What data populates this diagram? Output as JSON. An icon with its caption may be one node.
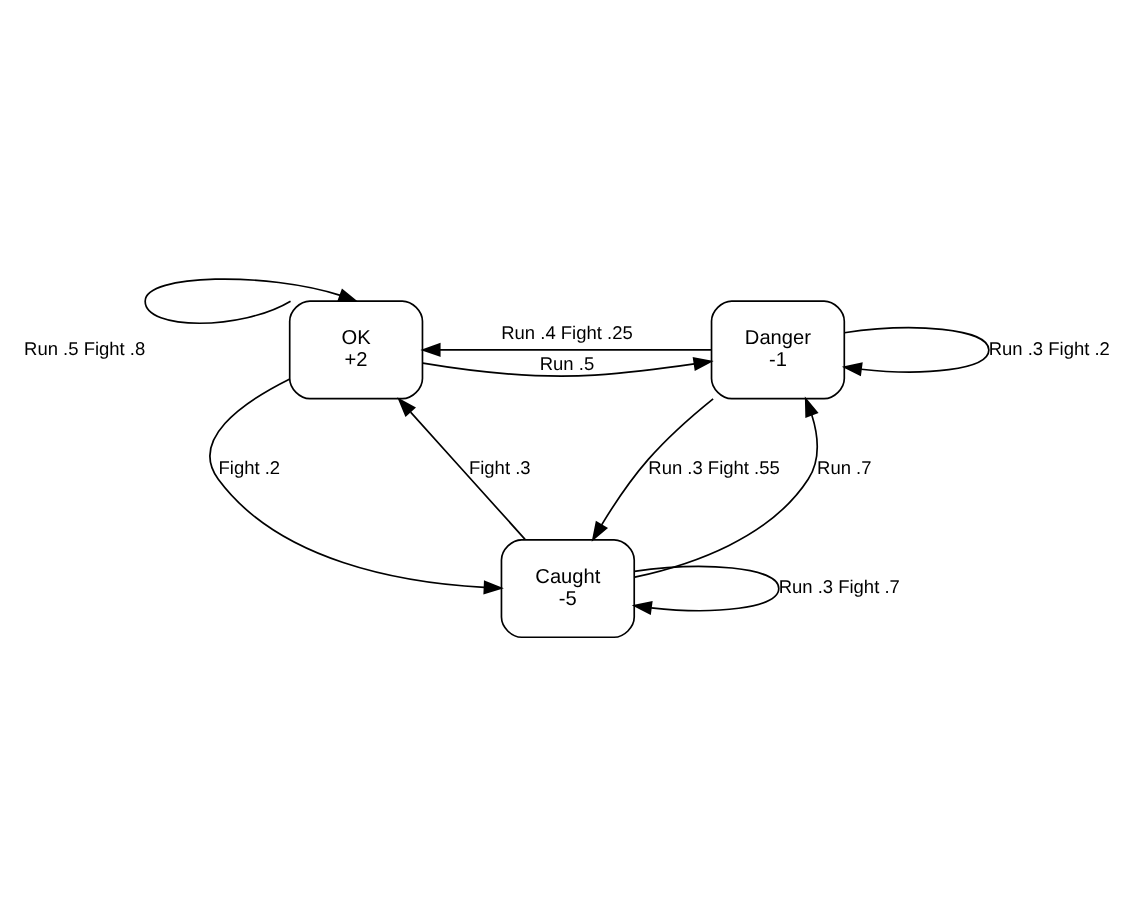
{
  "diagram": {
    "nodes": [
      {
        "text": [
          "OK",
          "+2"
        ]
      },
      {
        "text": [
          "Danger",
          "-1"
        ]
      },
      {
        "text": [
          "Caught",
          "-5"
        ]
      }
    ],
    "edges": [
      {
        "from": 0,
        "to": 0,
        "arrow": "to",
        "label": "Run .5 Fight .8"
      },
      {
        "from": 0,
        "to": 1,
        "arrow": "to",
        "label": "Run .5"
      },
      {
        "from": 1,
        "to": 0,
        "arrow": "to",
        "label": "Run .4 Fight .25"
      },
      {
        "from": 1,
        "to": 1,
        "arrow": "to",
        "label": "Run .3 Fight .2"
      },
      {
        "from": 1,
        "to": 2,
        "arrow": "to",
        "label": "Run .3 Fight .55"
      },
      {
        "from": 2,
        "to": 1,
        "arrow": "to",
        "label": "Run .7"
      },
      {
        "from": 0,
        "to": 2,
        "arrow": "to",
        "label": "Fight .2"
      },
      {
        "from": 2,
        "to": 0,
        "arrow": "to",
        "label": "Fight .3"
      },
      {
        "from": 2,
        "to": 2,
        "arrow": "to",
        "label": "Run .3 Fight .7"
      }
    ]
  }
}
